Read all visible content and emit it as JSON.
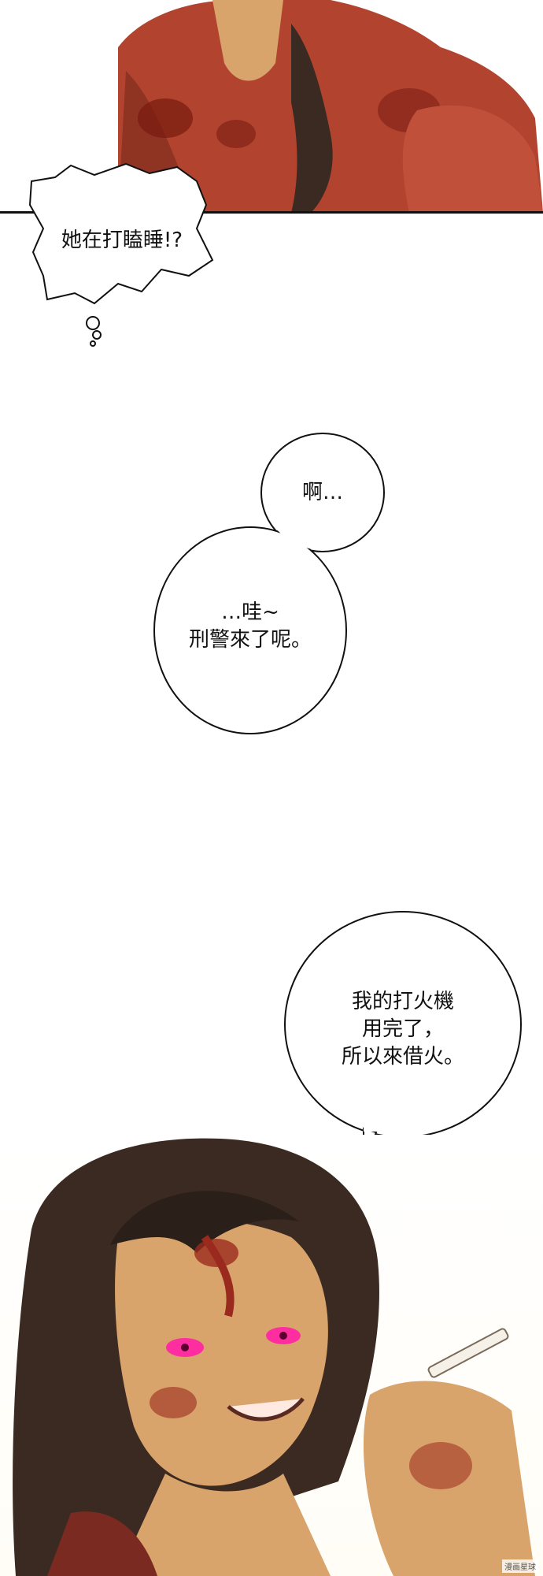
{
  "bubbles": {
    "thought": "她在打瞌睡!?",
    "ah": "啊…",
    "wow": "…哇~\n刑警來了呢。",
    "lighter": "我的打火機\n用完了，\n所以來借火。"
  },
  "watermark": "漫画星球",
  "colors": {
    "blood": "#9b2a1e",
    "clothing": "#b2442f",
    "skin": "#d9a46b",
    "hair": "#3a2a22",
    "eyes": "#ff2ea0"
  }
}
